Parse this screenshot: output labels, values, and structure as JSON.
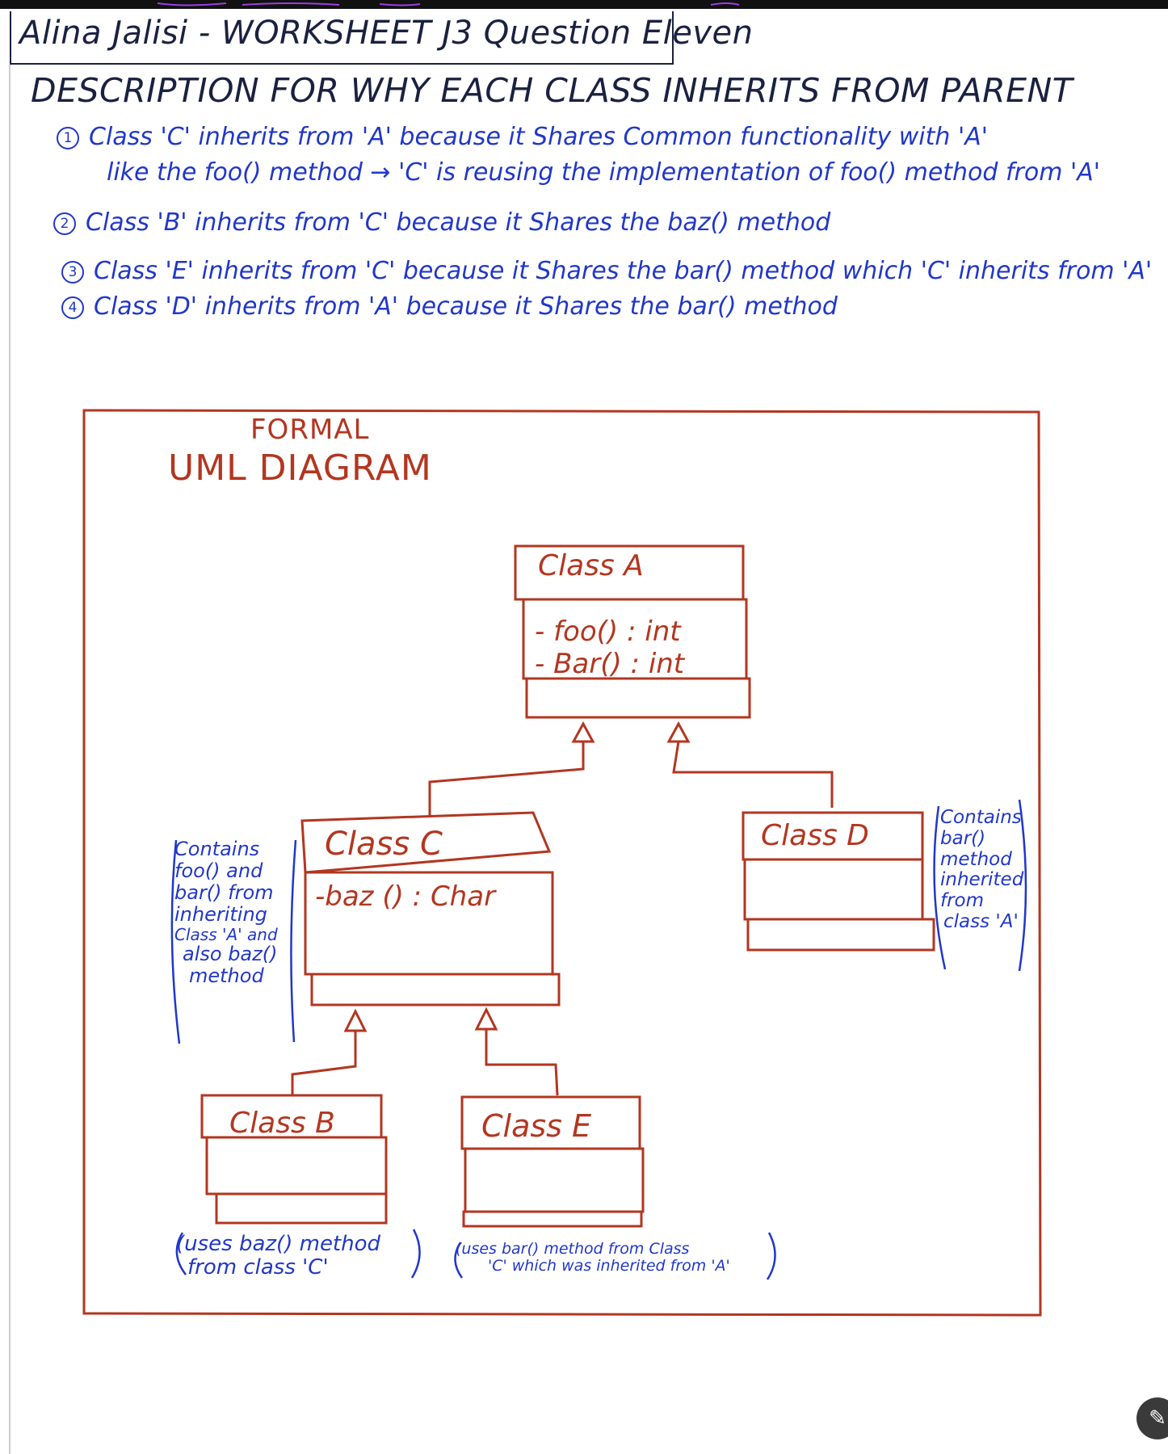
{
  "header": {
    "title": "Alina Jalisi - WORKSHEET J3 Question Eleven"
  },
  "description": {
    "heading": "DESCRIPTION FOR WHY EACH CLASS INHERITS FROM PARENT",
    "reasons": [
      {
        "number": "1",
        "line1": "Class 'C' inherits from 'A' because it Shares Common functionality with 'A'",
        "line2": "like the foo() method → 'C' is reusing the implementation of foo() method from 'A'"
      },
      {
        "number": "2",
        "line1": "Class 'B' inherits from 'C' because it Shares the baz() method"
      },
      {
        "number": "3",
        "line1": "Class 'E' inherits from 'C' because it Shares the bar() method which 'C' inherits from 'A'"
      },
      {
        "number": "4",
        "line1": "Class 'D' inherits from 'A' because it Shares the bar() method"
      }
    ]
  },
  "uml": {
    "title_small": "FORMAL",
    "title_large": "UML DIAGRAM",
    "classes": {
      "A": {
        "name": "Class A",
        "members": [
          "- foo() : int",
          "- Bar() : int"
        ]
      },
      "C": {
        "name": "Class C",
        "members": [
          "-baz () : Char"
        ]
      },
      "D": {
        "name": "Class D",
        "members": []
      },
      "B": {
        "name": "Class B",
        "members": []
      },
      "E": {
        "name": "Class E",
        "members": []
      }
    },
    "notes": {
      "C": [
        "Contains",
        "foo() and",
        "bar() from",
        "inheriting",
        "Class 'A' and",
        "also baz()",
        "method"
      ],
      "D": [
        "Contains",
        "bar()",
        "method",
        "inherited",
        "from",
        "class 'A'"
      ],
      "B": [
        "(uses baz() method",
        "from class 'C'"
      ],
      "E": [
        "(uses bar() method from Class",
        "'C' which was inherited from 'A'"
      ]
    }
  },
  "colors": {
    "ink_blue": "#2137c9",
    "ink_red": "#b33620",
    "ink_dark": "#1a2140",
    "purple": "#9a3fe0"
  },
  "icons": {
    "side_button": "edit-icon"
  }
}
